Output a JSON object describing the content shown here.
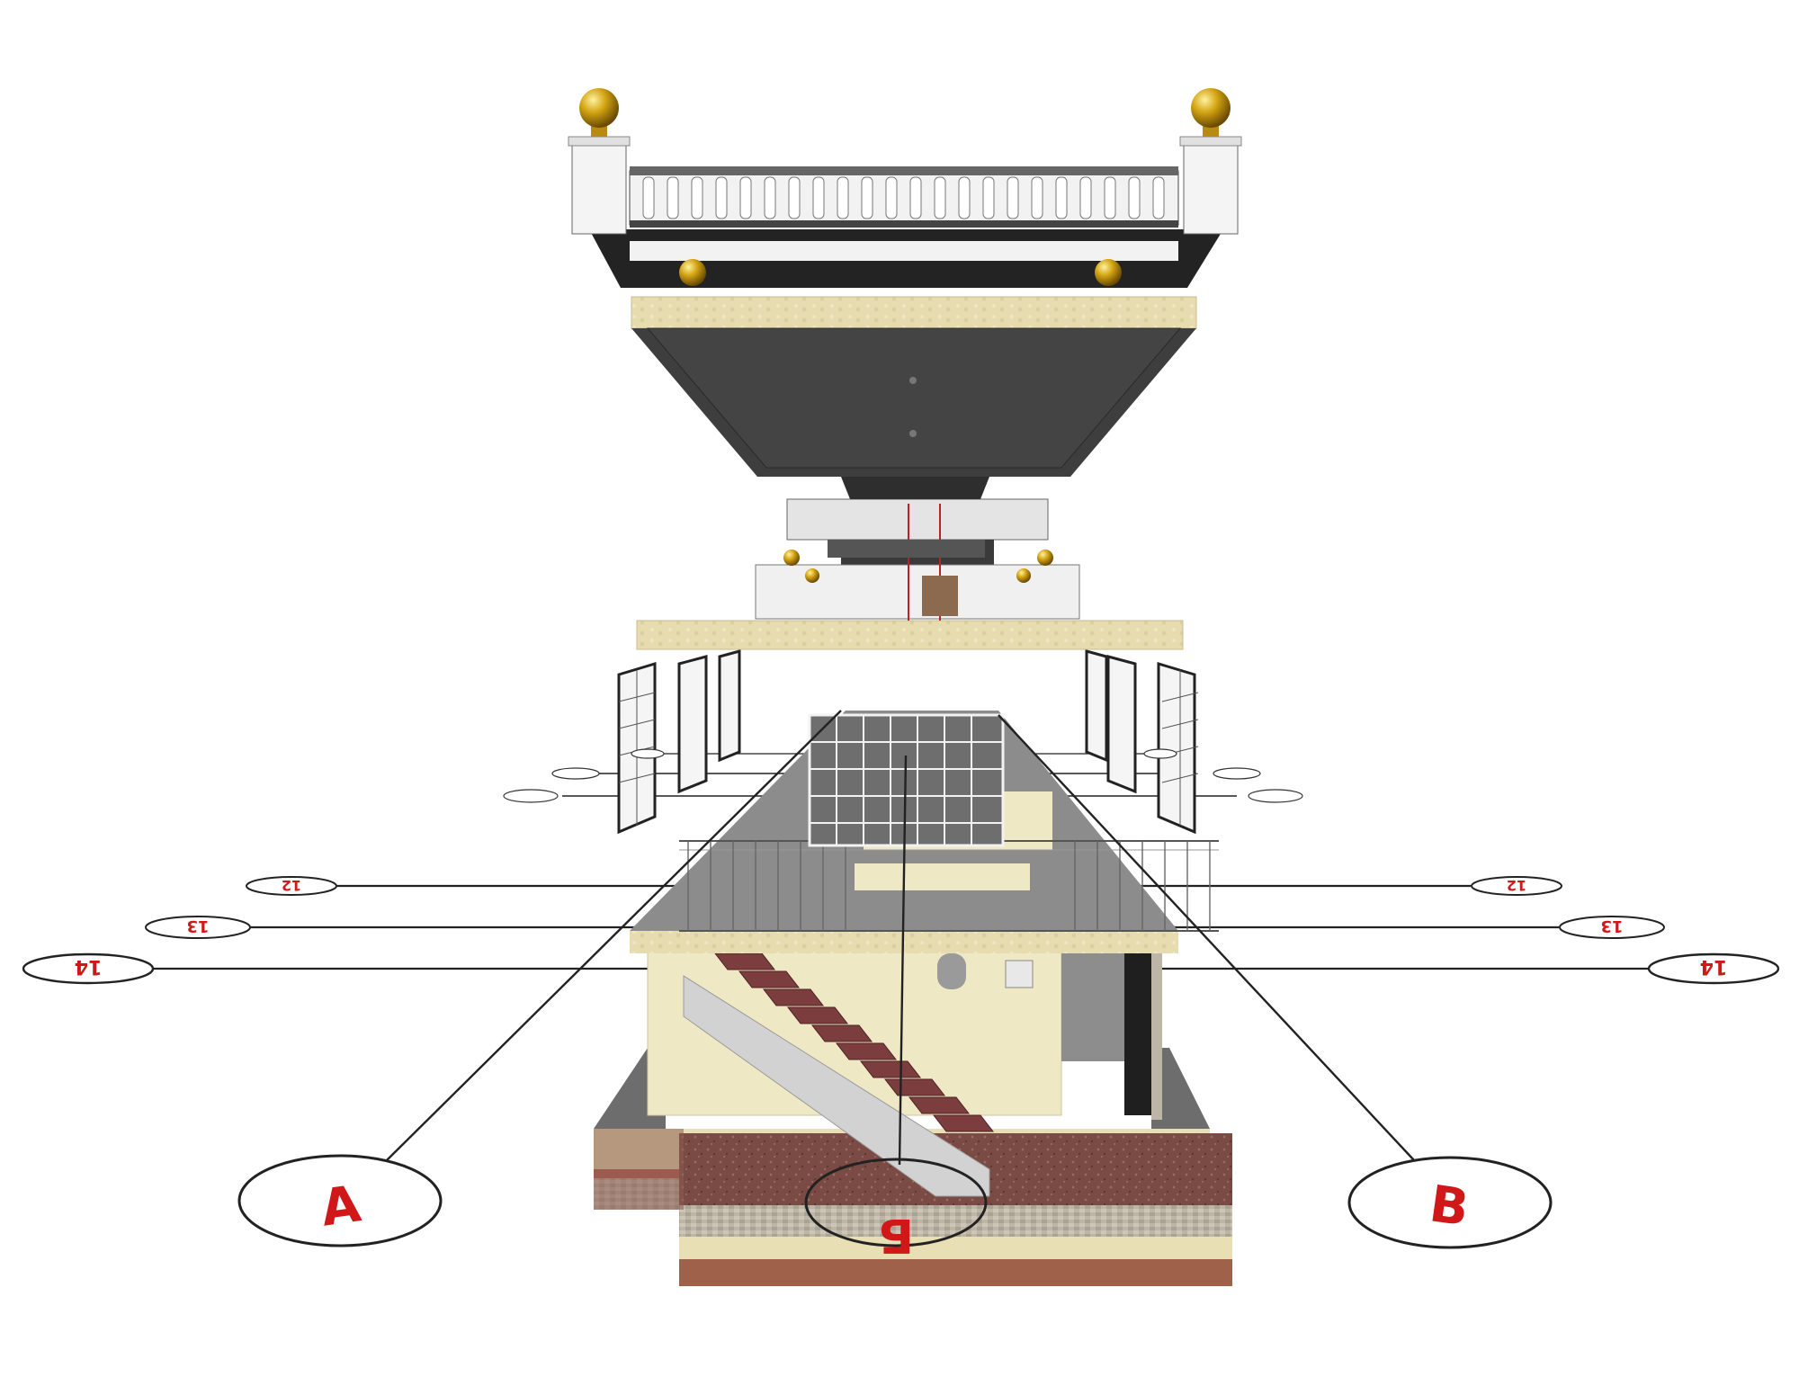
{
  "colors": {
    "background": "#ffffff",
    "slab_dark": "#3a3a3a",
    "slab_mid": "#6b6b6b",
    "floor_grey": "#8a8a8a",
    "beige_top": "#e6dcb0",
    "cream_wall": "#efe8c4",
    "granite": "#7a4a44",
    "stair_tread": "#7b3d3d",
    "stair_side": "#d8d8d8",
    "gold": "#c99a10",
    "axis_red": "#d01818",
    "axis_line": "#222222",
    "railing": "#f2f2f2",
    "window_grid": "#e8e8e8",
    "gravel": "#bdb5a6",
    "soil": "#a0614a"
  },
  "axes": {
    "grid_row": [
      {
        "label": "12",
        "side": "left",
        "tilt": "mirrored"
      },
      {
        "label": "13",
        "side": "left",
        "tilt": "mirrored"
      },
      {
        "label": "14",
        "side": "left",
        "tilt": "mirrored"
      },
      {
        "label": "12",
        "side": "right",
        "tilt": "mirrored"
      },
      {
        "label": "13",
        "side": "right",
        "tilt": "mirrored"
      },
      {
        "label": "14",
        "side": "right",
        "tilt": "mirrored"
      }
    ],
    "grid_letter": [
      {
        "label": "А"
      },
      {
        "label": "Б"
      },
      {
        "label": "В"
      }
    ]
  },
  "components": [
    {
      "name": "roof-balustrade",
      "icon": "balustrade-icon"
    },
    {
      "name": "roof-slab",
      "icon": "slab-icon"
    },
    {
      "name": "upper-floor-structure",
      "icon": "frame-icon"
    },
    {
      "name": "middle-slab",
      "icon": "slab-icon"
    },
    {
      "name": "window-panels",
      "icon": "window-icon"
    },
    {
      "name": "balcony-railing",
      "icon": "railing-icon"
    },
    {
      "name": "staircase",
      "icon": "stairs-icon"
    },
    {
      "name": "foundation",
      "icon": "foundation-icon"
    }
  ]
}
